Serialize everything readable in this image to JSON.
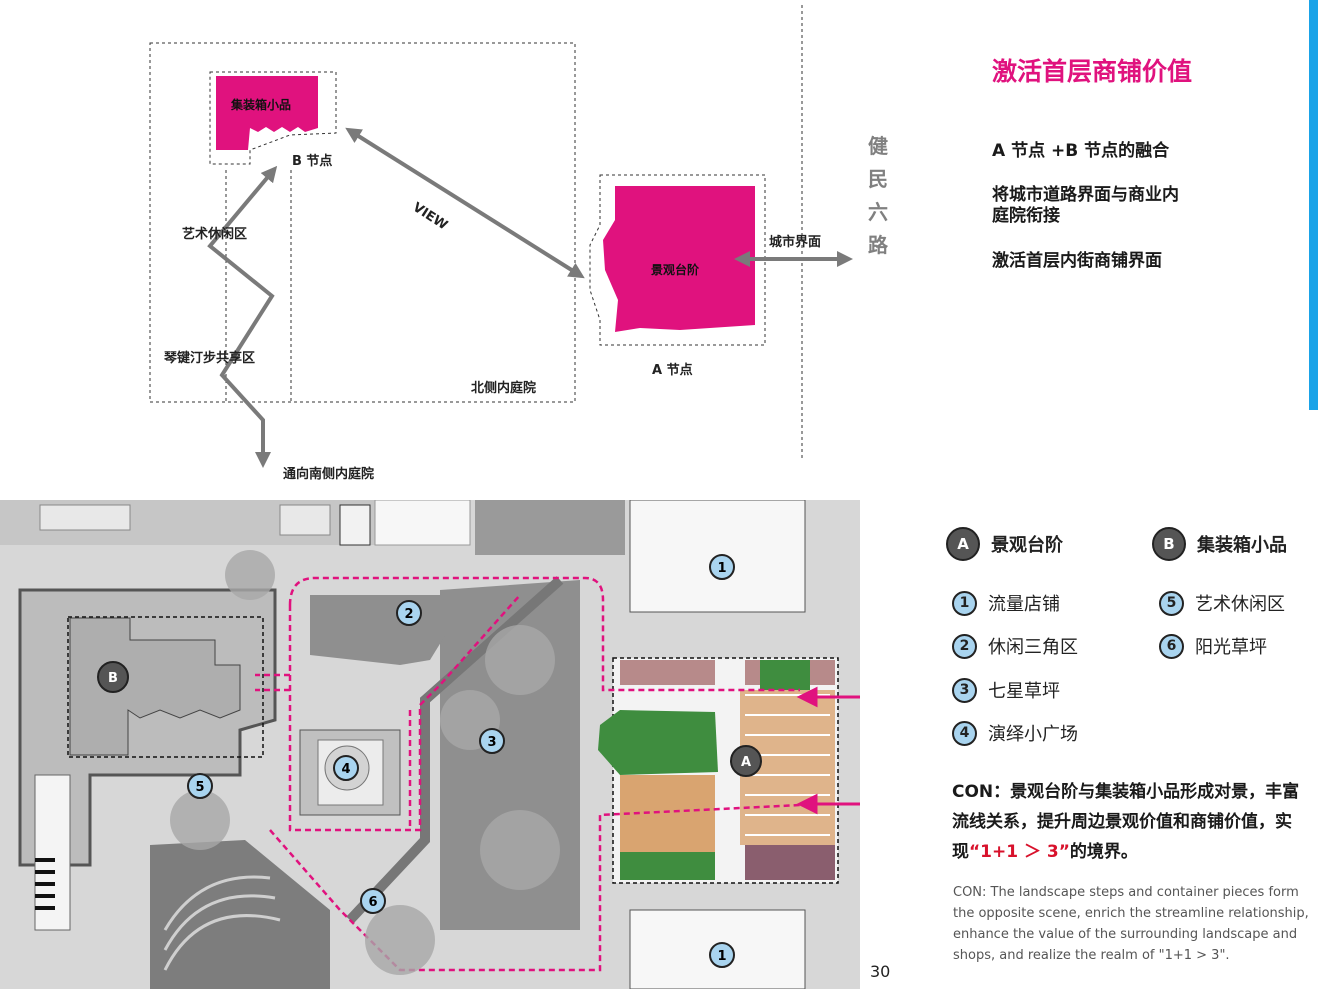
{
  "diagram": {
    "node_b_box_label": "集装箱小品",
    "node_b_label": "B 节点",
    "view_label": "VIEW",
    "art_area": "艺术休闲区",
    "piano_area": "琴键汀步共享区",
    "north_court": "北侧内庭院",
    "to_south": "通向南侧内庭院",
    "steps_box_label": "景观台阶",
    "node_a_label": "A 节点",
    "city_face": "城市界面",
    "road_name": "健民六路",
    "colors": {
      "accent": "#e0127e",
      "arrow": "#7a7a7a",
      "blue_bar": "#1aa3e8"
    }
  },
  "text": {
    "title": "激活首层商铺价值",
    "point1": "A 节点 +B 节点的融合",
    "point2": "将城市道路界面与商业内庭院衔接",
    "point3": "激活首层内街商铺界面"
  },
  "legend": {
    "A": {
      "key": "A",
      "label": "景观台阶"
    },
    "B": {
      "key": "B",
      "label": "集装箱小品"
    },
    "items": [
      {
        "key": "1",
        "label": "流量店铺"
      },
      {
        "key": "2",
        "label": "休闲三角区"
      },
      {
        "key": "3",
        "label": "七星草坪"
      },
      {
        "key": "4",
        "label": "演绎小广场"
      },
      {
        "key": "5",
        "label": "艺术休闲区"
      },
      {
        "key": "6",
        "label": "阳光草坪"
      }
    ]
  },
  "conclusion": {
    "cn_pre": "CON：景观台阶与集装箱小品形成对景，丰富流线关系，提升周边景观价值和商铺价值，实现",
    "cn_quote": "“1+1 ＞ 3”",
    "cn_post": "的境界。",
    "en": "CON: The landscape steps and container pieces form the opposite scene, enrich the streamline relationship, enhance the value of the surrounding landscape and shops, and realize the realm of \"1+1 > 3\"."
  },
  "plan": {
    "markers": [
      "1",
      "2",
      "3",
      "4",
      "5",
      "6",
      "1",
      "A",
      "B"
    ]
  },
  "page_number": "30"
}
